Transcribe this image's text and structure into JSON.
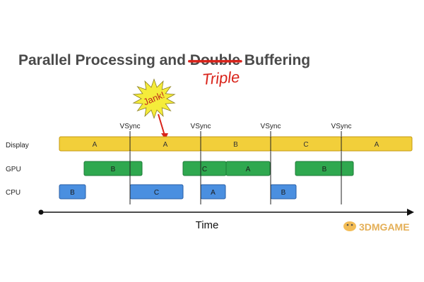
{
  "title": {
    "prefix": "Parallel Processing and ",
    "struck_word": "Double",
    "suffix": " Buffering",
    "correction": "Triple"
  },
  "annotation": {
    "label": "Jank!"
  },
  "vsync": {
    "label": "VSync",
    "count": 4
  },
  "rows": [
    {
      "label": "Display",
      "color": "#f2cf3a",
      "stroke": "#c49a12",
      "blocks": [
        {
          "label": "A"
        },
        {
          "label": "A"
        },
        {
          "label": "B"
        },
        {
          "label": "C"
        },
        {
          "label": "A"
        }
      ]
    },
    {
      "label": "GPU",
      "color": "#2fa84f",
      "stroke": "#1d7a37",
      "blocks": [
        {
          "label": "B"
        },
        {
          "label": "C"
        },
        {
          "label": "A"
        },
        {
          "label": "B"
        }
      ]
    },
    {
      "label": "CPU",
      "color": "#4a8fe0",
      "stroke": "#2a5fa6",
      "blocks": [
        {
          "label": "B"
        },
        {
          "label": "C"
        },
        {
          "label": "A"
        },
        {
          "label": "B"
        }
      ]
    }
  ],
  "axis": {
    "label": "Time"
  },
  "watermark": {
    "text": "3DMGAME"
  },
  "colors": {
    "strike": "#d9231a",
    "jank_star": "#f5ec3a"
  }
}
